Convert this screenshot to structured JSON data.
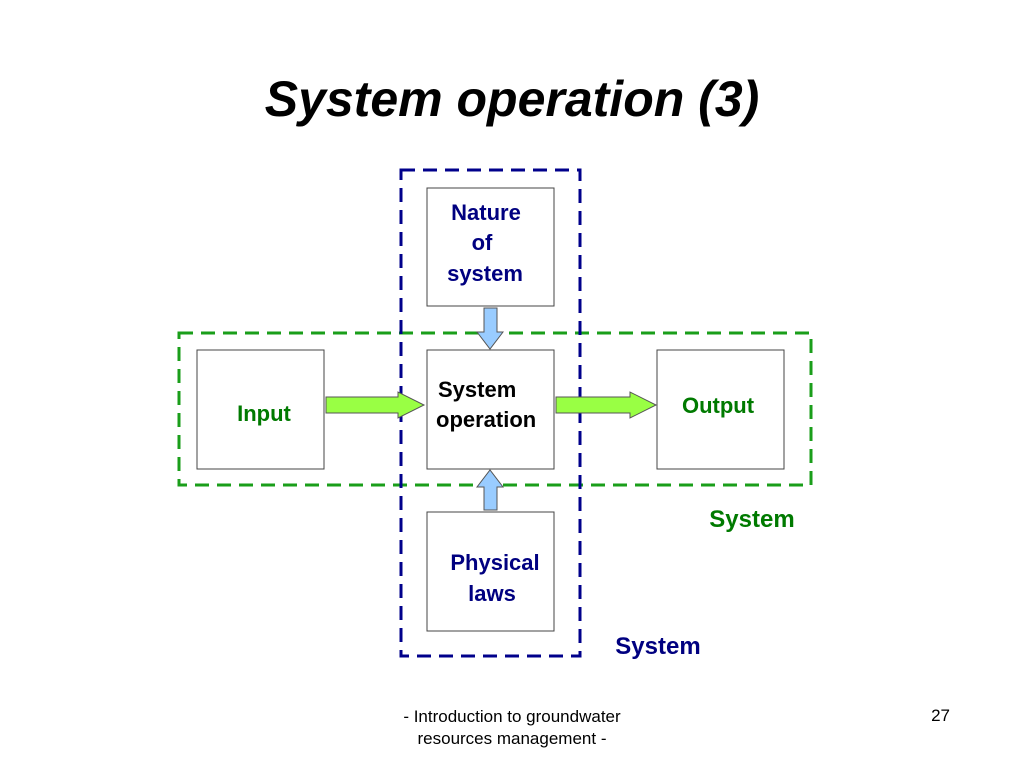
{
  "slide": {
    "title": "System operation (3)",
    "footer_line1": "- Introduction to groundwater",
    "footer_line2": "resources management -",
    "page_number": "27"
  },
  "diagram": {
    "nature_box": [
      "Nature",
      "of",
      "system"
    ],
    "operation_box": [
      "System",
      "operation"
    ],
    "input_box": "Input",
    "output_box": "Output",
    "physical_box": [
      "Physical",
      "laws"
    ],
    "green_region_label": "System",
    "blue_region_label": "System"
  },
  "colors": {
    "green_dash": "#1a9e1a",
    "blue_dash": "#00008b",
    "green_text": "#007a00",
    "blue_text": "#000080",
    "green_arrow": "#99ff44",
    "blue_arrow": "#99ccff"
  }
}
